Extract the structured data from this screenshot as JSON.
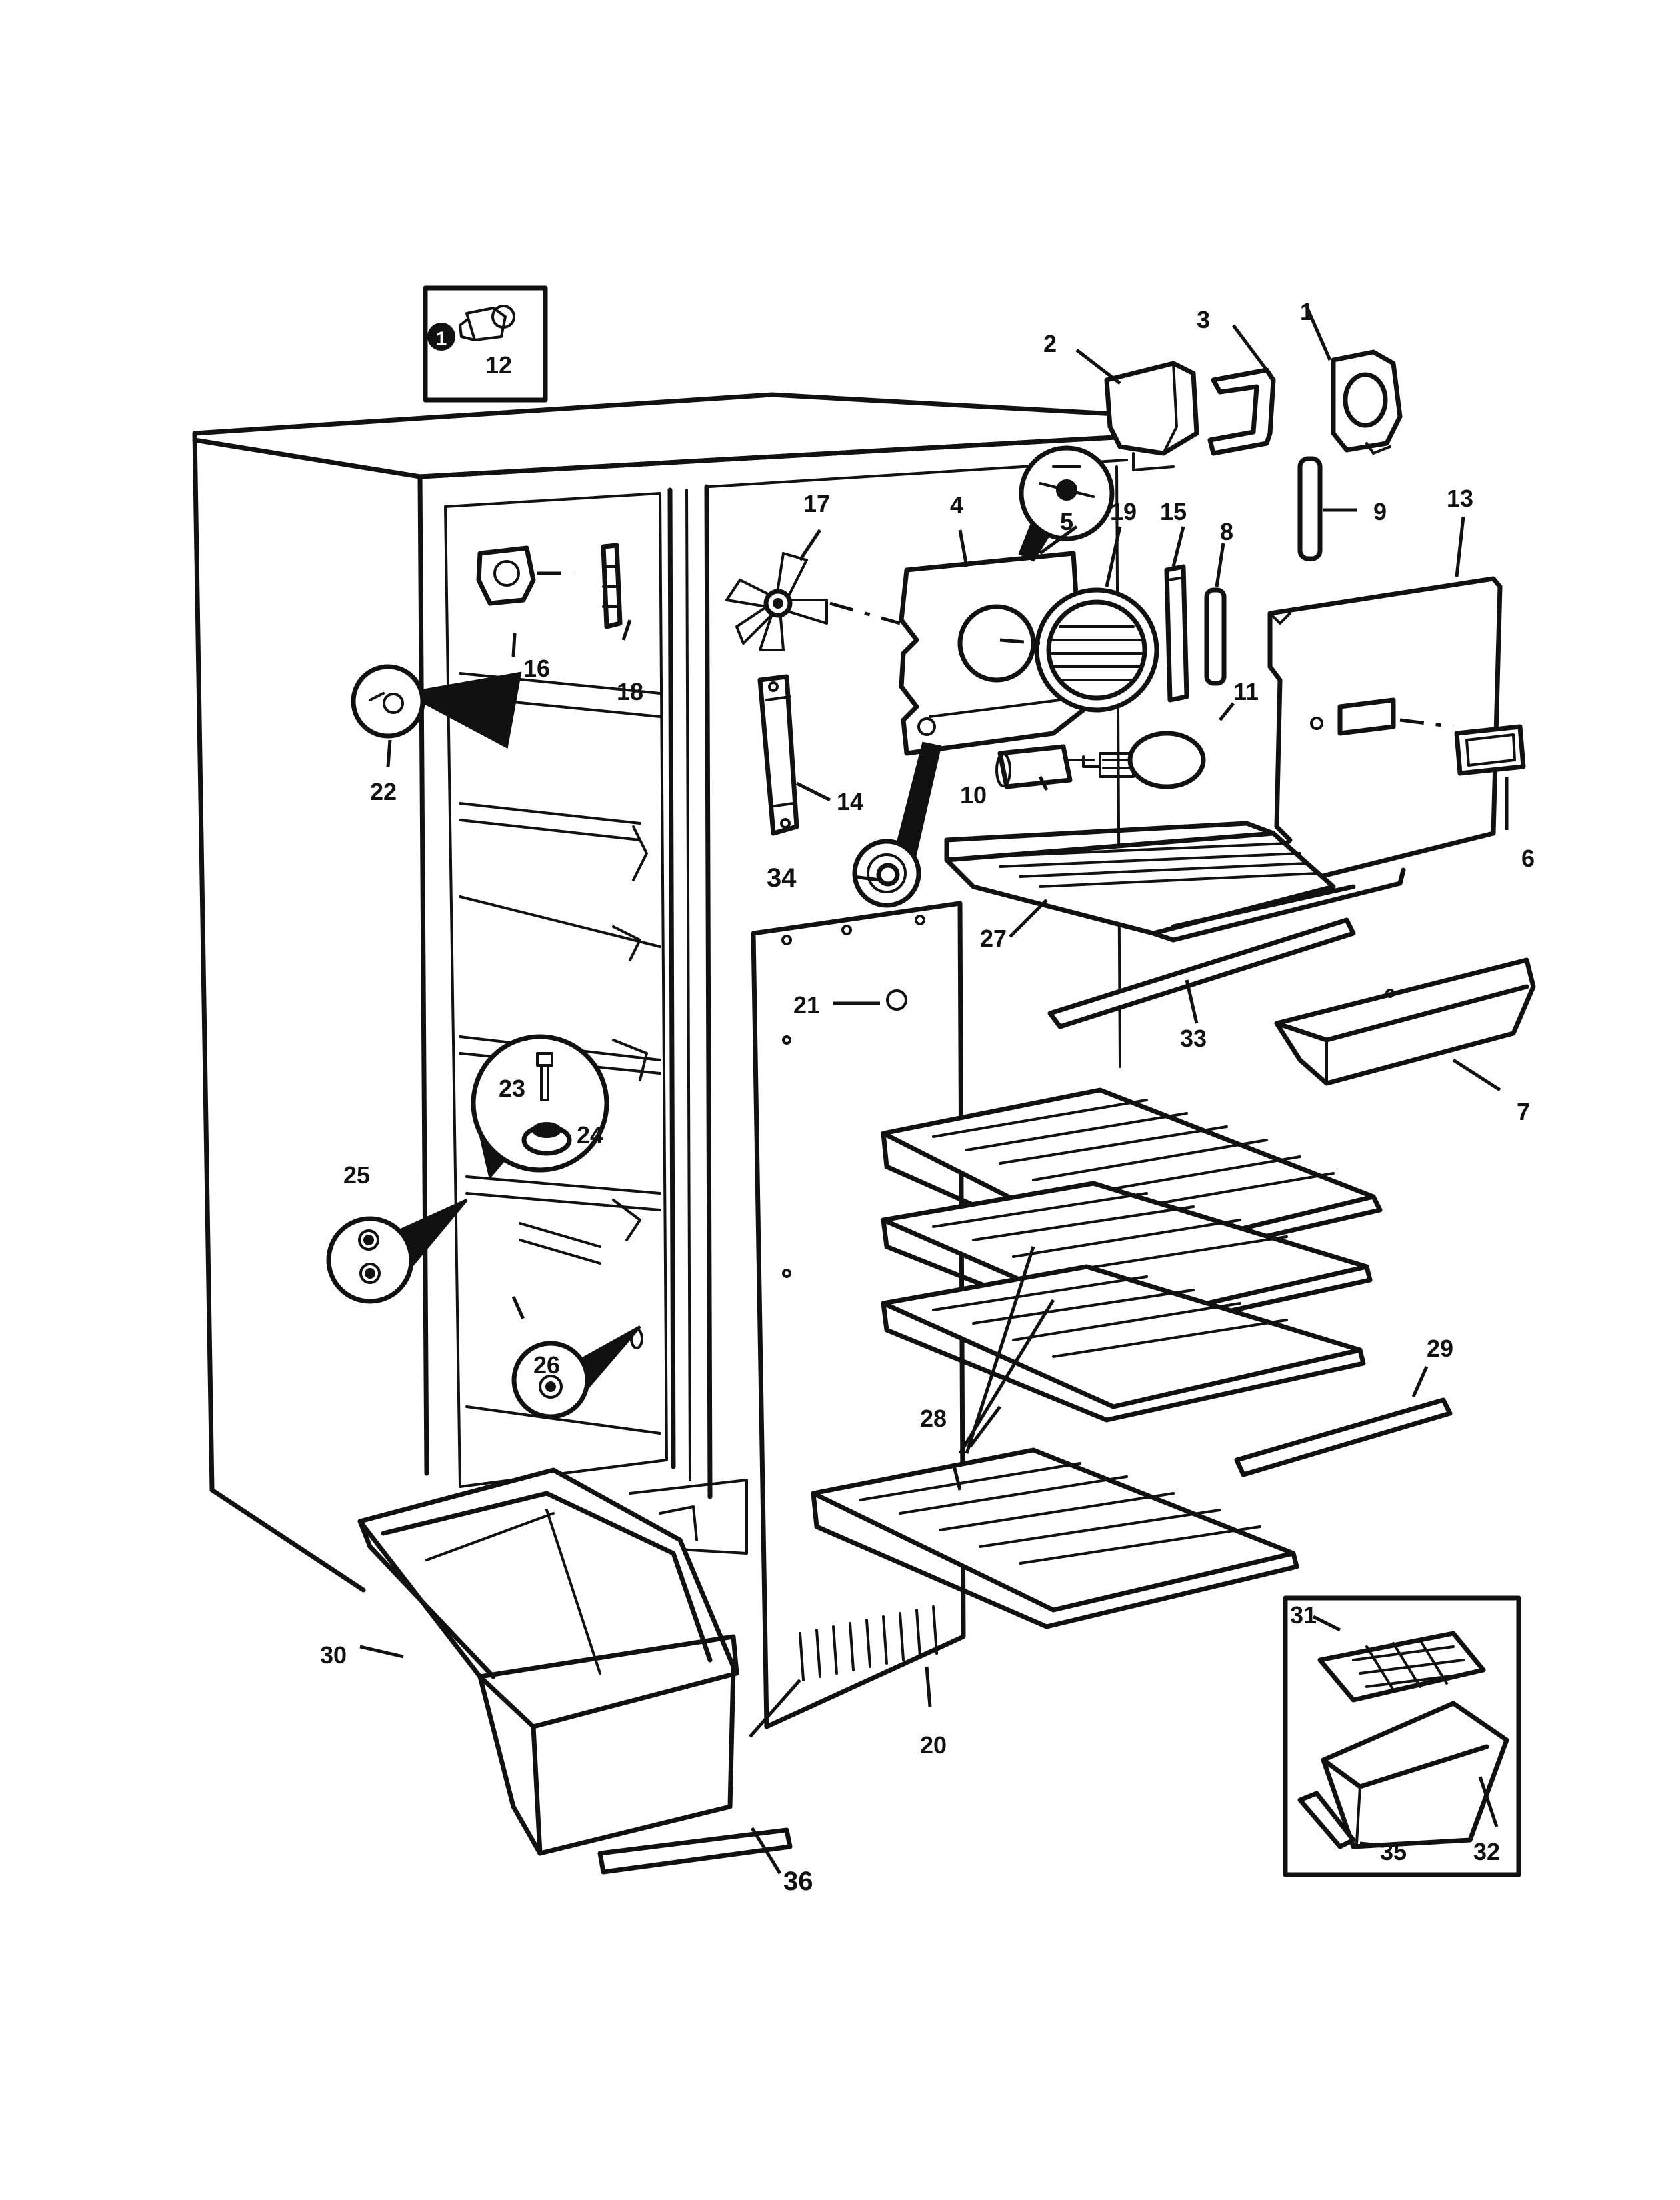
{
  "parts": [
    {
      "id": "p1",
      "label": "1"
    },
    {
      "id": "p2",
      "label": "2"
    },
    {
      "id": "p3",
      "label": "3"
    },
    {
      "id": "p4",
      "label": "4"
    },
    {
      "id": "p5",
      "label": "5"
    },
    {
      "id": "p6",
      "label": "6"
    },
    {
      "id": "p7",
      "label": "7"
    },
    {
      "id": "p8",
      "label": "8"
    },
    {
      "id": "p9",
      "label": "9"
    },
    {
      "id": "p10",
      "label": "10"
    },
    {
      "id": "p11",
      "label": "11"
    },
    {
      "id": "p12",
      "label": "12"
    },
    {
      "id": "p13",
      "label": "13"
    },
    {
      "id": "p14",
      "label": "14"
    },
    {
      "id": "p15",
      "label": "15"
    },
    {
      "id": "p16",
      "label": "16"
    },
    {
      "id": "p17",
      "label": "17"
    },
    {
      "id": "p18",
      "label": "18"
    },
    {
      "id": "p19",
      "label": "19"
    },
    {
      "id": "p20",
      "label": "20"
    },
    {
      "id": "p21",
      "label": "21"
    },
    {
      "id": "p22",
      "label": "22"
    },
    {
      "id": "p23",
      "label": "23"
    },
    {
      "id": "p24",
      "label": "24"
    },
    {
      "id": "p25",
      "label": "25"
    },
    {
      "id": "p26",
      "label": "26"
    },
    {
      "id": "p27",
      "label": "27"
    },
    {
      "id": "p28",
      "label": "28"
    },
    {
      "id": "p29",
      "label": "29"
    },
    {
      "id": "p30",
      "label": "30"
    },
    {
      "id": "p31",
      "label": "31"
    },
    {
      "id": "p32",
      "label": "32"
    },
    {
      "id": "p33",
      "label": "33"
    },
    {
      "id": "p34",
      "label": "34"
    },
    {
      "id": "p35",
      "label": "35"
    },
    {
      "id": "p36",
      "label": "36"
    }
  ],
  "inset_badge": "1"
}
